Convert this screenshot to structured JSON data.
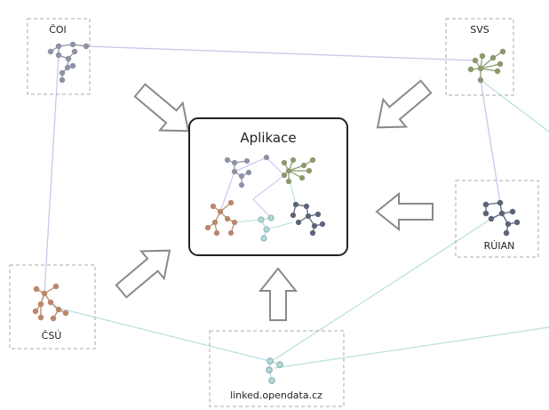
{
  "labels": {
    "coi": "ČOI",
    "svs": "SVS",
    "csu": "ČSÚ",
    "ruian": "RÚIAN",
    "linked": "linked.opendata.cz",
    "app": "Aplikace"
  },
  "colors": {
    "coi": "#8d93a6",
    "svs": "#8a9a6e",
    "csu": "#b9876a",
    "ruian": "#5b6478",
    "linked": "#b6dada",
    "link_lavender": "#c8c3ea",
    "link_teal": "#b8dfe0",
    "box_border": "#aaaaaa",
    "app_border": "#222222",
    "arrow_stroke": "#8a8a8a"
  }
}
